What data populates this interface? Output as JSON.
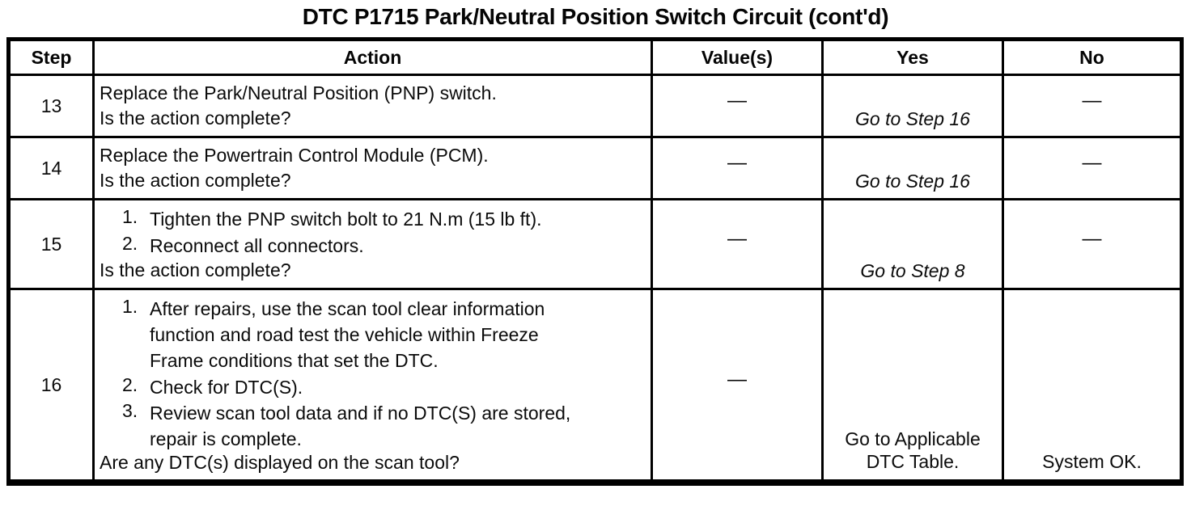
{
  "title": "DTC P1715 Park/Neutral Position Switch Circuit (cont'd)",
  "table": {
    "headers": {
      "step": "Step",
      "action": "Action",
      "values": "Value(s)",
      "yes": "Yes",
      "no": "No"
    },
    "rows": [
      {
        "step": "13",
        "action": "Replace the Park/Neutral Position (PNP) switch.",
        "question": "Is the action complete?",
        "value": "—",
        "yes": "Go to Step 16",
        "no": "—"
      },
      {
        "step": "14",
        "action": "Replace the Powertrain Control Module (PCM).",
        "question": "Is the action complete?",
        "value": "—",
        "yes": "Go to Step 16",
        "no": "—"
      },
      {
        "step": "15",
        "items": [
          {
            "num": "1.",
            "lines": [
              "Tighten the PNP switch bolt to 21 N.m (15 lb ft)."
            ]
          },
          {
            "num": "2.",
            "lines": [
              "Reconnect all connectors."
            ]
          }
        ],
        "question": "Is the action complete?",
        "value": "—",
        "yes": "Go to Step 8",
        "no": "—"
      },
      {
        "step": "16",
        "items": [
          {
            "num": "1.",
            "lines": [
              "After repairs, use the scan tool clear information",
              "function and road test the vehicle within Freeze",
              "Frame conditions that set the DTC."
            ]
          },
          {
            "num": "2.",
            "lines": [
              "Check for DTC(S)."
            ]
          },
          {
            "num": "3.",
            "lines": [
              "Review scan tool data and if no DTC(S) are stored,",
              "repair is complete."
            ]
          }
        ],
        "question": "Are any DTC(s) displayed on the scan tool?",
        "value": "—",
        "yes_lines": [
          "Go to Applicable",
          "DTC Table."
        ],
        "no": "System OK."
      }
    ]
  }
}
